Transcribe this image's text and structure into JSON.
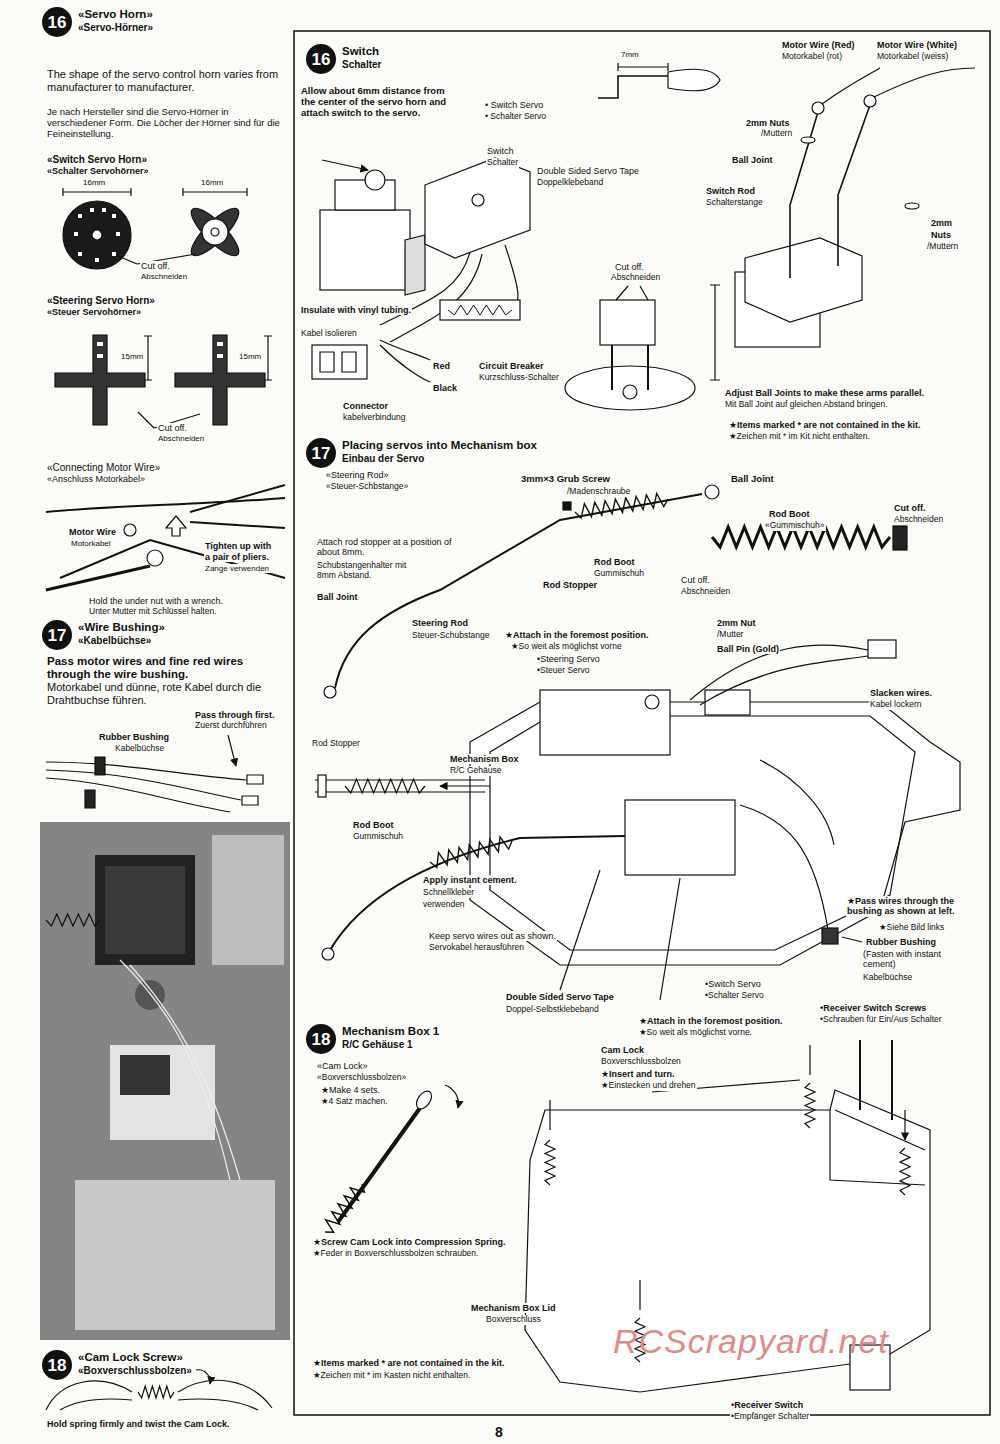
{
  "diagram": {
    "nodes": [
      {
        "text": [
          "16",
          "«Servo Horn»",
          "«Servo-Hörner»"
        ]
      },
      {
        "text": [
          "17",
          "«Wire Bushing»",
          "«Kabelbüchse»"
        ]
      },
      {
        "text": [
          "18",
          "«Cam Lock Screw»",
          "«Boxverschlussbolzen»"
        ]
      },
      {
        "text": [
          "16",
          "Switch",
          "Schalter"
        ]
      },
      {
        "text": [
          "17",
          "Placing servos into Mechanism box",
          "Einbau der Servo"
        ]
      },
      {
        "text": [
          "18",
          "Mechanism Box 1",
          "R/C Gehäuse 1"
        ]
      }
    ],
    "labels": [
      "The shape of the servo control horn varies from manufacturer to manufacturer.",
      "Je nach Hersteller sind die Servo-Hörner in verschiedener Form. Die Löcher der Hörner sind für die Feineinstellung.",
      "«Switch Servo Horn»",
      "«Schalter Servohörner»",
      "16mm",
      "16mm",
      "Cut off.",
      "Abschneiden",
      "«Steering Servo Horn»",
      "«Steuer Servohörner»",
      "15mm",
      "15mm",
      "Cut off.",
      "Abschneiden",
      "«Connecting Motor Wire»",
      "«Anschluss Motorkabel»",
      "Motor Wire",
      "Motorkabel",
      "Tighten up with",
      "a pair of pliers.",
      "Zange verwenden",
      "Hold the under nut with a wrench.",
      "Unter Mutter mit Schlüssel halten.",
      "Pass motor wires and fine red wires through the wire bushing.",
      "Motorkabel und dünne, rote Kabel durch die Drahtbuchse führen.",
      "Pass through first.",
      "Zuerst durchführen",
      "Rubber Bushing",
      "Kabelbüchse",
      "Hold spring firmly and twist the Cam Lock.",
      "Allow about 6mm distance from the center of the servo horn and attach switch to the servo.",
      "7mm",
      "Motor Wire (Red)",
      "Motorkabel (rot)",
      "Motor Wire (White)",
      "Motorkabel (weiss)",
      "• Switch Servo",
      "• Schalter Servo",
      "2mm Nuts",
      "/Muttern",
      "Switch",
      "Schalter",
      "Double Sided Servo Tape",
      "Doppelklebeband",
      "Ball Joint",
      "Switch Rod",
      "Schalterstange",
      "2mm",
      "Nuts",
      "/Muttern",
      "Cut off.",
      "Abschneiden",
      "Insulate with vinyl tubing.",
      "Kabel isolieren",
      "Red",
      "Circuit Breaker",
      "Kurzschluss-Schalter",
      "Black",
      "Connector",
      "kabelverbindung",
      "Adjust Ball Joints to make these arms parallel.",
      "Mit Ball Joint auf gleichen Abstand bringen.",
      "★Items marked * are not contained in the kit.",
      "★Zeichen mit * im Kit nicht enthalten.",
      "«Steering Rod»",
      "«Steuer-Schbstange»",
      "3mm×3 Grub Screw",
      "/Madenschraube",
      "Ball Joint",
      "Rod Boot",
      "«Gummischuh»",
      "Cut off.",
      "Abschneiden",
      "Attach rod stopper at a position of about 8mm.",
      "Schubstangenhalter mit 8mm Abstand.",
      "Rod Boot",
      "Gummischuh",
      "Rod Stopper",
      "Ball Joint",
      "Cut off.",
      "Abschneiden",
      "Steering Rod",
      "Steuer-Schubstange",
      "★Attach in the foremost position.",
      "★So weit als möglichst vorne",
      "•Steering Servo",
      "•Steuer Servo",
      "2mm Nut",
      "/Mutter",
      "Ball Pin (Gold)",
      "Slacken wires.",
      "Kabel lockern",
      "Rod Stopper",
      "Mechanism Box",
      "R/C Gehäuse",
      "Rod Boot",
      "Gummischuh",
      "Apply instant cement.",
      "Schnellkleber",
      "verwenden",
      "★Pass wires through the bushing as shown at left.",
      "★Siehe Bild links",
      "Rubber Bushing",
      "(Fasten with instant cement)",
      "Kabelbüchse",
      "Keep servo wires out as shown.",
      "Servokabel herausführen",
      "•Switch Servo",
      "•Schalter Servo",
      "Double Sided Servo Tape",
      "Doppel-Selbstklebeband",
      "★Attach in the foremost position.",
      "★So weit als möglichst vorne.",
      "•Receiver Switch Screws",
      "•Schrauben für Ein/Aus Schalter",
      "«Cam Lock»",
      "«Boxverschlussbolzen»",
      "★Make 4 sets.",
      "★4 Satz machen.",
      "Cam Lock",
      "Boxverschlussbolzen",
      "★Insert and turn.",
      "★Einstecken und drehen",
      "★Screw Cam Lock into Compression Spring.",
      "★Feder in Boxverschlussbolzen schrauben.",
      "Mechanism Box Lid",
      "Boxverschluss",
      "★Items marked * are not contained in the kit.",
      "★Zeichen mit * im Kasten nicht enthalten.",
      "•Receiver Switch",
      "•Empfänger Schalter",
      "RCScrapyard.net",
      "8"
    ]
  }
}
